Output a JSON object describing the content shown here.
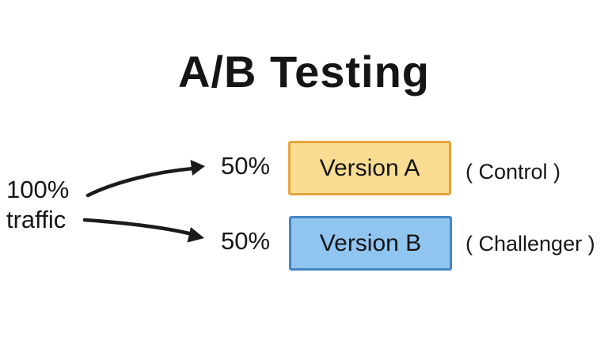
{
  "diagram": {
    "title": "A/B Testing",
    "source": {
      "line1": "100%",
      "line2": "traffic"
    },
    "branches": [
      {
        "percent": "50%",
        "box_label": "Version A",
        "role_label": "( Control )",
        "box_fill": "#FADD92",
        "box_border": "#E8A33B"
      },
      {
        "percent": "50%",
        "box_label": "Version B",
        "role_label": "( Challenger )",
        "box_fill": "#90C5F0",
        "box_border": "#4485C2"
      }
    ],
    "colors": {
      "ink": "#1b1b1b",
      "background": "#ffffff"
    }
  }
}
